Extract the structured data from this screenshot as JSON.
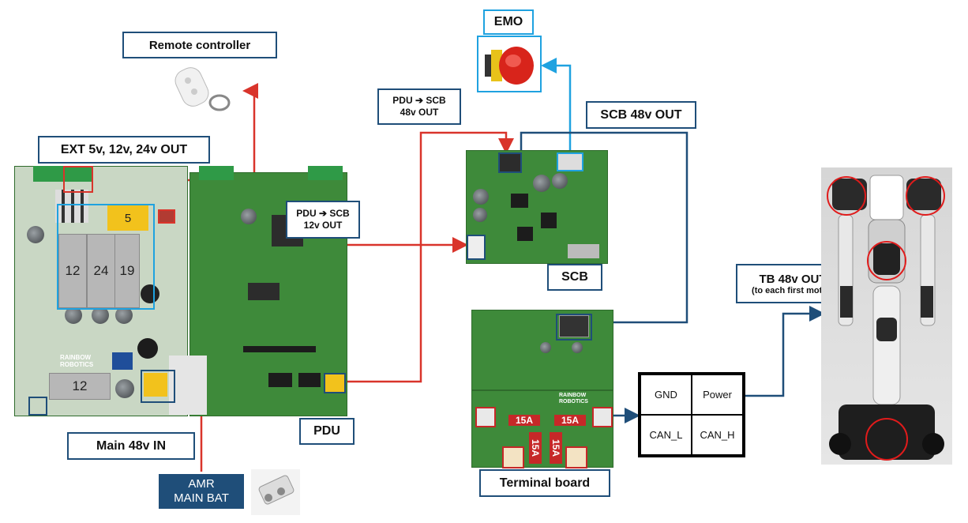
{
  "labels": {
    "remote_controller": "Remote controller",
    "emo": "EMO",
    "pdu_to_scb_48v_line1": "PDU ➔ SCB",
    "pdu_to_scb_48v_line2": "48v OUT",
    "scb_48v_out": "SCB 48v OUT",
    "ext_out": "EXT 5v, 12v, 24v OUT",
    "pdu_to_scb_12v_line1": "PDU ➔ SCB",
    "pdu_to_scb_12v_line2": "12v OUT",
    "scb": "SCB",
    "tb_48v_out_line1": "TB 48v OUT",
    "tb_48v_out_line2": "(to each first motor)",
    "pdu": "PDU",
    "main_48v_in": "Main 48v IN",
    "amr_line1": "AMR",
    "amr_line2": "MAIN BAT",
    "terminal_board": "Terminal board"
  },
  "pdu_board": {
    "tiles": [
      "12",
      "24",
      "19",
      "12"
    ],
    "yellow_5": "5",
    "brand_line1": "RAINBOW",
    "brand_line2": "ROBOTICS"
  },
  "terminal": {
    "fuses": [
      "15A",
      "15A",
      "15A",
      "15A"
    ],
    "brand_line1": "RAINBOW",
    "brand_line2": "ROBOTICS"
  },
  "terminal_table": {
    "cells": [
      "GND",
      "Power",
      "CAN_L",
      "CAN_H"
    ]
  },
  "colors": {
    "red_line": "#d9342b",
    "blue_line": "#1fa2e0",
    "dark_line": "#1f4e79",
    "pcb_green": "#3e8a3a"
  }
}
